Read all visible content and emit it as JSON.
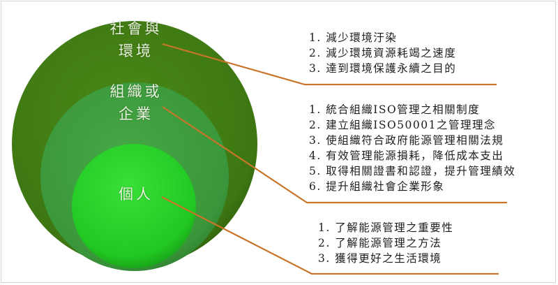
{
  "colors": {
    "outer_circle": "#3f7a12",
    "middle_circle": "#3c9a3c",
    "inner_circle": "#2ad12a",
    "connector_line": "#c8752a",
    "label_text": "#e8f3dc",
    "list_text": "#1d1d1d"
  },
  "circles": {
    "outer": {
      "label_line1": "社會與",
      "label_line2": "環境"
    },
    "middle": {
      "label_line1": "組織或",
      "label_line2": "企業"
    },
    "inner": {
      "label_line1": "個人"
    }
  },
  "lists": {
    "society": {
      "items": [
        "1. 減少環境汙染",
        "2. 減少環境資源耗竭之速度",
        "3. 達到環境保護永續之目的"
      ]
    },
    "organization": {
      "items": [
        "1. 統合組織ISO管理之相關制度",
        "2. 建立組織ISO50001之管理理念",
        "3. 使組織符合政府能源管理相關法規",
        "4. 有效管理能源損耗，降低成本支出",
        "5. 取得相關證書和認證，提升管理績效",
        "6. 提升組織社會企業形象"
      ]
    },
    "individual": {
      "items": [
        "1. 了解能源管理之重要性",
        "2. 了解能源管理之方法",
        "3. 獲得更好之生活環境"
      ]
    }
  }
}
